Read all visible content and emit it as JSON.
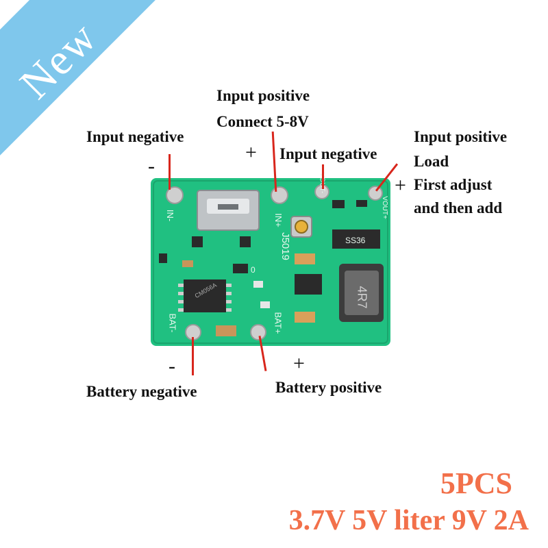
{
  "badge": {
    "text": "New",
    "color": "#7fc7ec"
  },
  "labels": {
    "input_positive_top": "Input positive",
    "connect": "Connect 5-8V",
    "input_negative_left": "Input negative",
    "input_negative_mid": "Input negative",
    "input_positive_right": "Input positive",
    "load": "Load",
    "first_adjust": "First adjust",
    "then_add": "and then add",
    "battery_negative": "Battery negative",
    "battery_positive": "Battery positive"
  },
  "signs": {
    "minus_top_left": "-",
    "plus_top_mid": "+",
    "plus_right": "+",
    "minus_bottom": "-",
    "plus_bottom": "+"
  },
  "silkscreen": {
    "in_minus": "IN-",
    "in_plus": "IN+",
    "board_id": "J5019",
    "vout_minus": "VOUT-",
    "vout_plus": "VOUT+",
    "bat_minus": "BAT-",
    "bat_plus": "BAT+",
    "diode": "SS36",
    "inductor": "4R7",
    "chip": "CM056A",
    "pot_value": "0"
  },
  "promo": {
    "qty": "5PCS",
    "spec": "3.7V 5V liter 9V 2A",
    "color": "#f2704a"
  },
  "colors": {
    "pcb": "#20c081",
    "pointer": "#d8261c"
  }
}
